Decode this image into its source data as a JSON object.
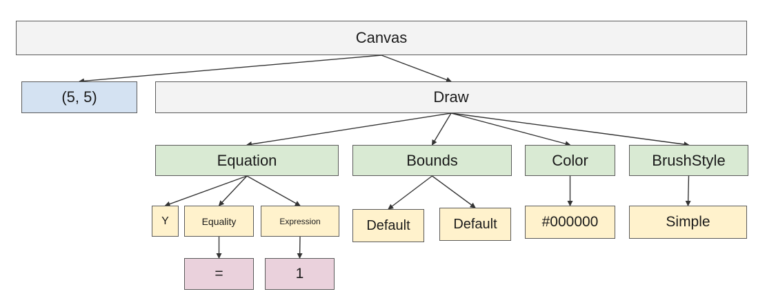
{
  "nodes": {
    "canvas": "Canvas",
    "point": "(5, 5)",
    "draw": "Draw",
    "equation": "Equation",
    "bounds": "Bounds",
    "color": "Color",
    "brush_style": "BrushStyle",
    "y": "Y",
    "equality": "Equality",
    "expression": "Expression",
    "default_1": "Default",
    "default_2": "Default",
    "color_value": "#000000",
    "brush_value": "Simple",
    "equals": "=",
    "one": "1"
  },
  "edges": [
    [
      "canvas",
      "point"
    ],
    [
      "canvas",
      "draw"
    ],
    [
      "draw",
      "equation"
    ],
    [
      "draw",
      "bounds"
    ],
    [
      "draw",
      "color"
    ],
    [
      "draw",
      "brush_style"
    ],
    [
      "equation",
      "y"
    ],
    [
      "equation",
      "equality"
    ],
    [
      "equation",
      "expression"
    ],
    [
      "bounds",
      "default_1"
    ],
    [
      "bounds",
      "default_2"
    ],
    [
      "color",
      "color_value"
    ],
    [
      "brush_style",
      "brush_value"
    ],
    [
      "equality",
      "equals"
    ],
    [
      "expression",
      "one"
    ]
  ],
  "colors": {
    "border": "#595959",
    "edge": "#333333",
    "root_fill": "#f3f3f3",
    "value_fill": "#d4e2f2",
    "type_fill": "#d9ead3",
    "leaf_fill": "#fff2cc",
    "terminal_fill": "#ead1dc"
  }
}
